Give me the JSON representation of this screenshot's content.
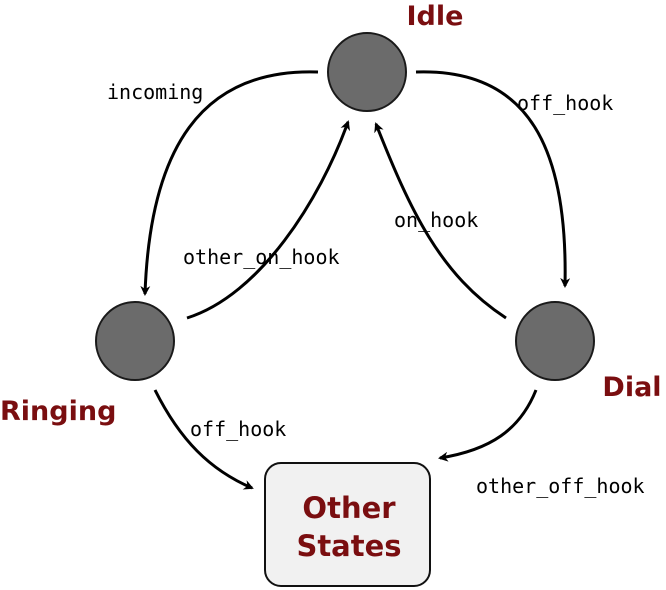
{
  "states": {
    "idle": "Idle",
    "ringing": "Ringing",
    "dial": "Dial"
  },
  "other_states": {
    "line1": "Other",
    "line2": "States"
  },
  "transitions": {
    "incoming": "incoming",
    "idle_off_hook": "off_hook",
    "other_on_hook": "other_on_hook",
    "on_hook": "on_hook",
    "ringing_off_hook": "off_hook",
    "other_off_hook": "other_off_hook"
  },
  "colors": {
    "state_label": "#7a0e10",
    "state_node": "#6b6b6b",
    "box_fill": "#f1f1f1"
  }
}
